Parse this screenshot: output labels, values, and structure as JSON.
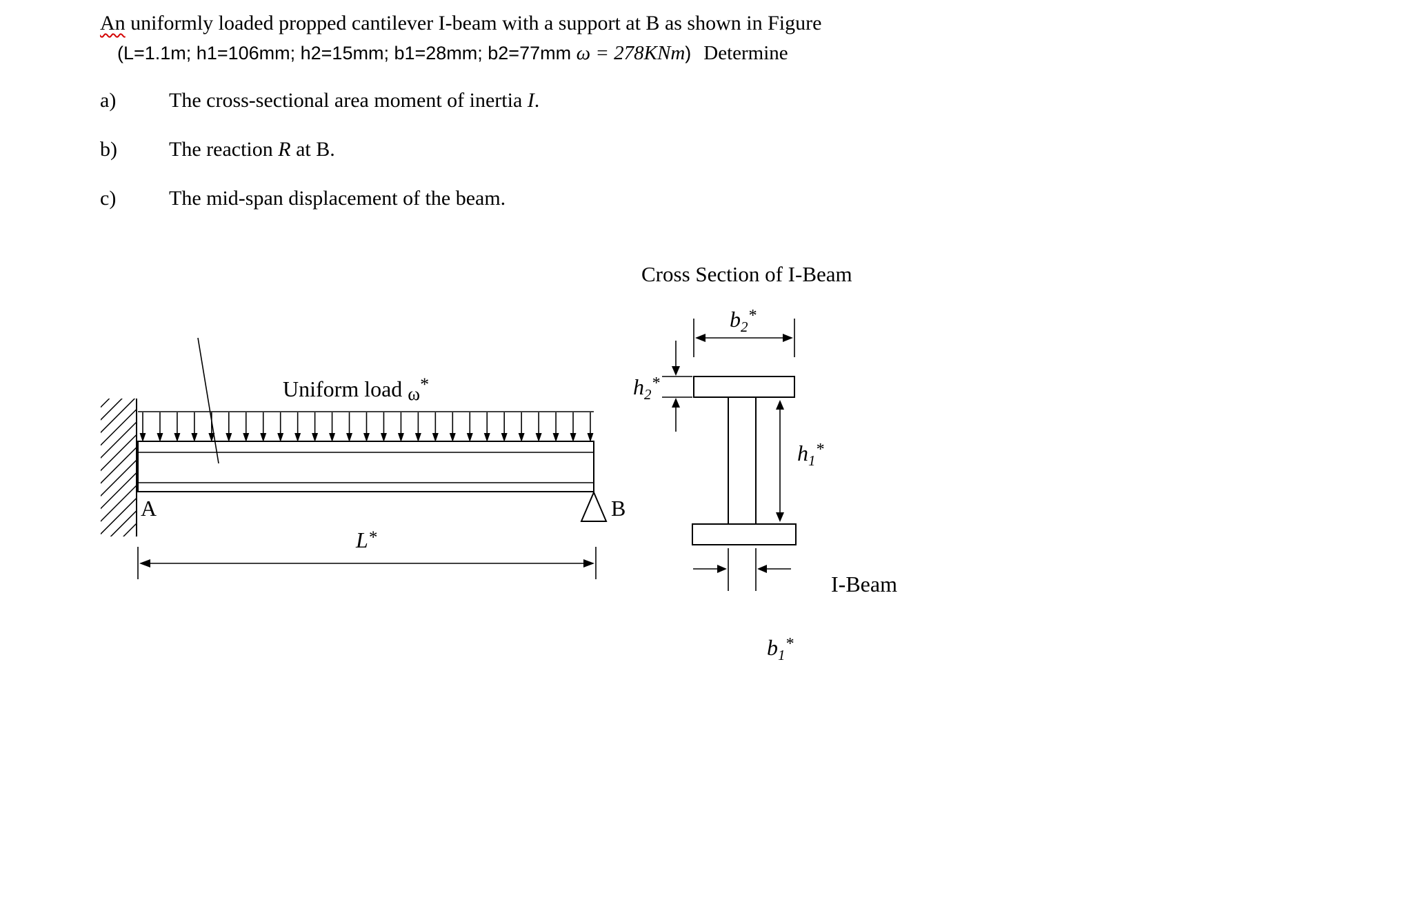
{
  "problem": {
    "title": {
      "word": "An",
      "rest": " uniformly loaded propped cantilever I-beam with a support at B as shown in Figure"
    },
    "parameters": {
      "text": "(L=1.1m; h1=106mm; h2=15mm; b1=28mm; b2=77mm ",
      "math": "ω = 278KNm",
      "close": ")"
    },
    "determine_label": "Determine",
    "questions": [
      {
        "label": "a)",
        "pre": "The cross-sectional area moment of inertia ",
        "math": "I",
        "post": "."
      },
      {
        "label": "b)",
        "pre": "The reaction ",
        "math": "R",
        "post": " at B."
      },
      {
        "label": "c)",
        "pre": "The mid-span displacement of the beam.",
        "math": "",
        "post": ""
      }
    ]
  },
  "figure": {
    "cross_section_title": "Cross Section of I-Beam",
    "uniform_load": {
      "text": "Uniform load ",
      "symbol": "ω",
      "star": "*"
    },
    "label_A": "A",
    "label_B": "B",
    "label_L": {
      "letter": "L",
      "star": "*"
    },
    "label_b2": {
      "letter": "b",
      "sub": "2",
      "star": "*"
    },
    "label_h2": {
      "letter": "h",
      "sub": "2",
      "star": "*"
    },
    "label_h1": {
      "letter": "h",
      "sub": "1",
      "star": "*"
    },
    "label_b1": {
      "letter": "b",
      "sub": "1",
      "star": "*"
    },
    "i_beam_label": "I-Beam"
  },
  "colors": {
    "section_fill": "#c9c9c9",
    "support_fill": "#b5b5b5",
    "beam_fill": "#ffffff",
    "squiggle_red": "#d40000"
  }
}
